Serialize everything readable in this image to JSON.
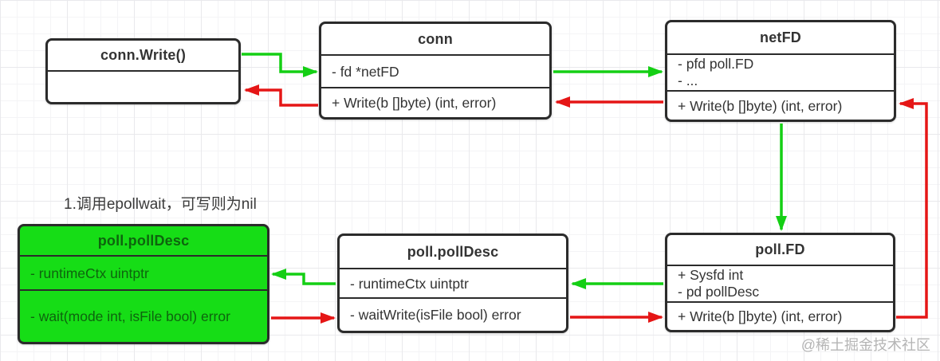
{
  "colors": {
    "green": "#14cf14",
    "red": "#e51616",
    "green_box_fill": "#16dd16",
    "green_box_text": "#0e640e",
    "border": "#2b2b2b",
    "text": "#333333"
  },
  "annotation": {
    "text": "1.调用epollwait，可写则为nil"
  },
  "watermark": {
    "text": "@稀土掘金技术社区"
  },
  "boxes": {
    "conn_write": {
      "title": "conn.Write()",
      "attrs": [],
      "methods": []
    },
    "conn": {
      "title": "conn",
      "attrs": [
        "- fd *netFD"
      ],
      "methods": [
        "+ Write(b []byte) (int, error)"
      ]
    },
    "netfd": {
      "title": "netFD",
      "attrs": [
        "- pfd poll.FD",
        "- ..."
      ],
      "methods": [
        "+ Write(b []byte) (int, error)"
      ]
    },
    "poll_polldesc_runtime": {
      "title": "poll.pollDesc",
      "attrs": [
        "- runtimeCtx uintptr"
      ],
      "methods": [
        "- wait(mode int, isFile bool) error"
      ]
    },
    "poll_polldesc": {
      "title": "poll.pollDesc",
      "attrs": [
        "- runtimeCtx uintptr"
      ],
      "methods": [
        "- waitWrite(isFile bool) error"
      ]
    },
    "poll_fd": {
      "title": "poll.FD",
      "attrs": [
        "+ Sysfd int",
        "- pd pollDesc"
      ],
      "methods": [
        "+ Write(b []byte) (int, error)"
      ]
    }
  },
  "edges": [
    {
      "from": "conn.Write()",
      "to": "conn",
      "color": "green"
    },
    {
      "from": "conn",
      "to": "netFD",
      "color": "green"
    },
    {
      "from": "netFD",
      "to": "conn",
      "color": "red"
    },
    {
      "from": "conn",
      "to": "conn.Write()",
      "color": "red"
    },
    {
      "from": "netFD",
      "to": "poll.FD",
      "color": "green"
    },
    {
      "from": "poll.FD",
      "to": "netFD",
      "color": "red"
    },
    {
      "from": "poll.FD",
      "to": "poll.pollDesc",
      "color": "green"
    },
    {
      "from": "poll.pollDesc",
      "to": "poll.FD",
      "color": "red"
    },
    {
      "from": "poll.pollDesc",
      "to": "poll.pollDesc(runtime)",
      "color": "green"
    },
    {
      "from": "poll.pollDesc(runtime)",
      "to": "poll.pollDesc",
      "color": "red"
    }
  ]
}
